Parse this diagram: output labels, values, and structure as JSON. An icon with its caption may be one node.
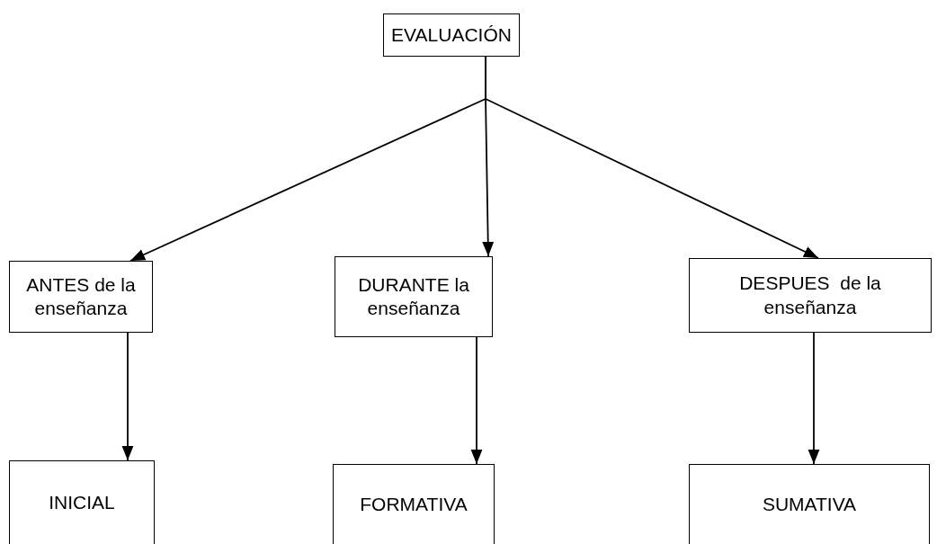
{
  "diagram": {
    "nodes": [
      {
        "text": [
          "EVALUACIÓN"
        ]
      },
      {
        "text": [
          "ANTES de la enseñanza"
        ]
      },
      {
        "text": [
          "DURANTE la enseñanza"
        ]
      },
      {
        "text": [
          "DESPUES  de la enseñanza"
        ]
      },
      {
        "text": [
          "INICIAL"
        ]
      },
      {
        "text": [
          "FORMATIVA"
        ]
      },
      {
        "text": [
          "SUMATIVA"
        ]
      }
    ],
    "edges": [
      {
        "from": 0,
        "to": 1,
        "arrow": "to"
      },
      {
        "from": 0,
        "to": 2,
        "arrow": "to"
      },
      {
        "from": 0,
        "to": 3,
        "arrow": "to"
      },
      {
        "from": 1,
        "to": 4,
        "arrow": "to"
      },
      {
        "from": 2,
        "to": 5,
        "arrow": "to"
      },
      {
        "from": 3,
        "to": 6,
        "arrow": "to"
      }
    ]
  }
}
